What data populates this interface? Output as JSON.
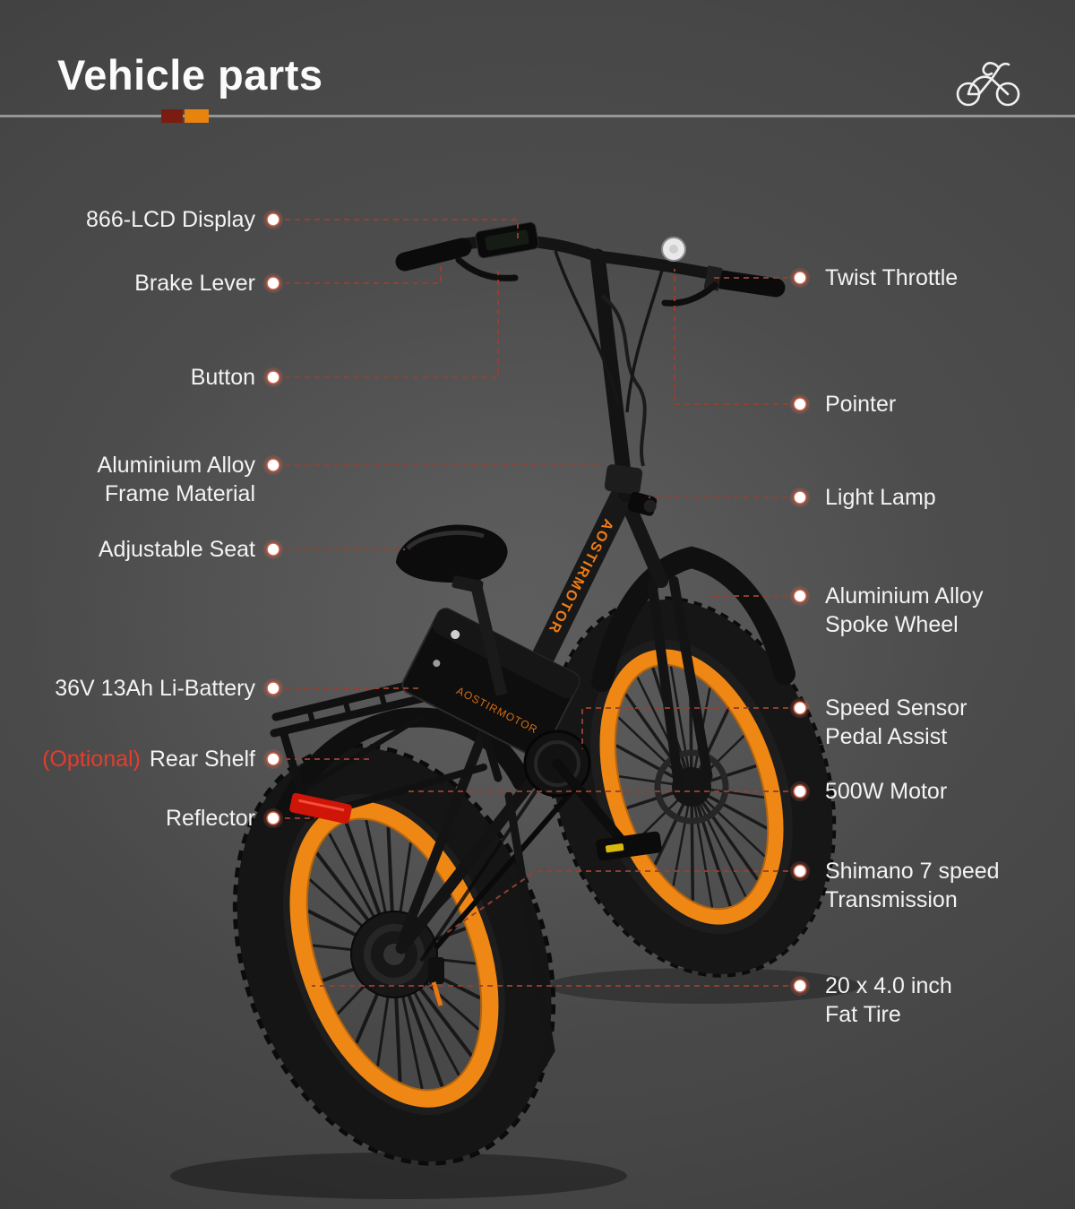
{
  "header": {
    "title": "Vehicle parts"
  },
  "bike": {
    "brand": "AOSTIRMOTOR"
  },
  "colors": {
    "rim_orange": "#ef8714",
    "connector_red": "#96402f",
    "optional_red": "#e63c2b",
    "divider_gray": "#93979a",
    "divider_square_dark_red": "#7a1c10",
    "divider_square_orange": "#e8830e",
    "reflector_red": "#cf1408",
    "pedal_reflector_yellow": "#d8b70e",
    "label_text": "#f3f3f3",
    "dot_fill": "#ffffff"
  },
  "callouts": {
    "left": [
      {
        "label": "866-LCD Display"
      },
      {
        "label": "Brake Lever"
      },
      {
        "label": "Button"
      },
      {
        "label": "Aluminium Alloy\nFrame Material"
      },
      {
        "label": "Adjustable Seat"
      },
      {
        "label": "36V 13Ah Li-Battery"
      },
      {
        "prefix": "(Optional)",
        "label": "Rear Shelf"
      },
      {
        "label": "Reflector"
      }
    ],
    "right": [
      {
        "label": "Twist Throttle"
      },
      {
        "label": "Pointer"
      },
      {
        "label": "Light Lamp"
      },
      {
        "label": "Aluminium Alloy\nSpoke Wheel"
      },
      {
        "label": "Speed Sensor\nPedal Assist"
      },
      {
        "label": "500W Motor"
      },
      {
        "label": "Shimano 7 speed\nTransmission"
      },
      {
        "label": "20 x 4.0 inch\nFat Tire"
      }
    ]
  }
}
